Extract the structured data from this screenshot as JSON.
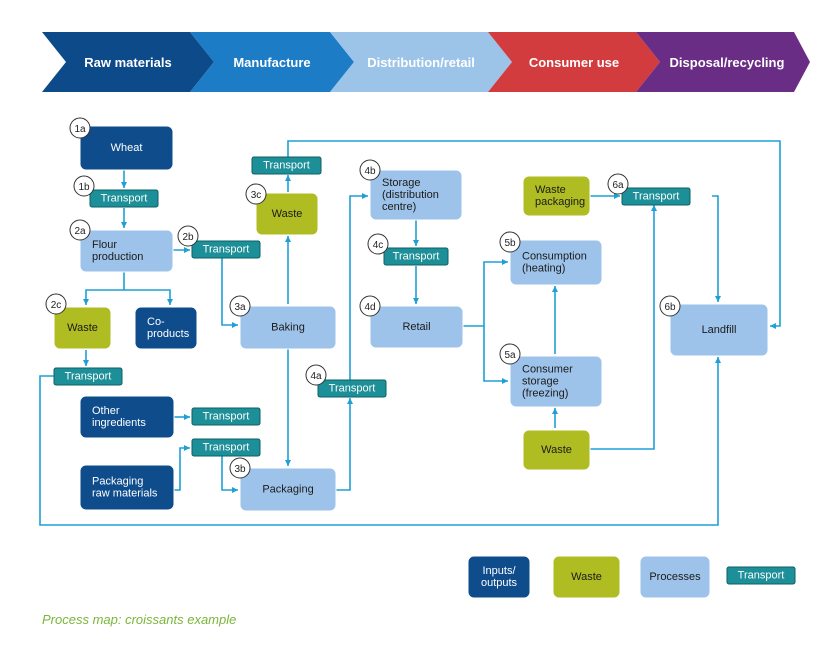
{
  "stages": [
    {
      "label": "Raw materials",
      "color": "#0d4a8a"
    },
    {
      "label": "Manufacture",
      "color": "#1c7cc5"
    },
    {
      "label": "Distribution/retail",
      "color": "#9cc3e8"
    },
    {
      "label": "Consumer use",
      "color": "#d33c3f"
    },
    {
      "label": "Disposal/recycling",
      "color": "#6a2d86"
    }
  ],
  "colors": {
    "input": "#0e4c8c",
    "waste": "#afbd22",
    "process": "#9dc3ea",
    "transport": "#1d8f98",
    "arrow": "#1ea0d6",
    "badge_stroke": "#333333"
  },
  "nodes": {
    "wheat": {
      "label": "Wheat",
      "badge": "1a"
    },
    "t1b": {
      "label": "Transport",
      "badge": "1b"
    },
    "flour": {
      "label": "Flour production",
      "badge": "2a"
    },
    "t2b": {
      "label": "Transport",
      "badge": "2b"
    },
    "waste2c": {
      "label": "Waste",
      "badge": "2c"
    },
    "coproducts": {
      "label": "Co-products"
    },
    "t_waste2c": {
      "label": "Transport"
    },
    "other": {
      "label": "Other ingredients"
    },
    "t_other": {
      "label": "Transport"
    },
    "packraw": {
      "label": "Packaging raw materials"
    },
    "t_packraw": {
      "label": "Transport"
    },
    "baking": {
      "label": "Baking",
      "badge": "3a"
    },
    "packaging": {
      "label": "Packaging",
      "badge": "3b"
    },
    "waste3c": {
      "label": "Waste",
      "badge": "3c"
    },
    "t3c": {
      "label": "Transport"
    },
    "t4a": {
      "label": "Transport",
      "badge": "4a"
    },
    "storage": {
      "label": "Storage (distribution centre)",
      "badge": "4b"
    },
    "t4c": {
      "label": "Transport",
      "badge": "4c"
    },
    "retail": {
      "label": "Retail",
      "badge": "4d"
    },
    "consumption": {
      "label": "Consumption (heating)",
      "badge": "5b"
    },
    "cstorage": {
      "label": "Consumer storage (freezing)",
      "badge": "5a"
    },
    "waste5": {
      "label": "Waste"
    },
    "wastepack": {
      "label": "Waste packaging"
    },
    "t6a": {
      "label": "Transport",
      "badge": "6a"
    },
    "landfill": {
      "label": "Landfill",
      "badge": "6b"
    }
  },
  "legend": [
    {
      "label": "Inputs/ outputs",
      "kind": "input"
    },
    {
      "label": "Waste",
      "kind": "waste"
    },
    {
      "label": "Processes",
      "kind": "process"
    },
    {
      "label": "Transport",
      "kind": "transport"
    }
  ],
  "caption": "Process map: croissants example"
}
